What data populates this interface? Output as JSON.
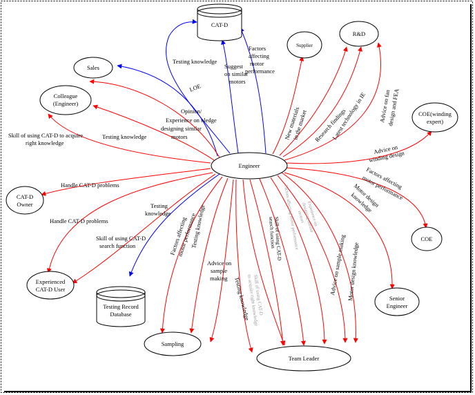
{
  "colors": {
    "red_edge": "#ff0000",
    "blue_edge": "#0000ff",
    "node_stroke": "#000000",
    "faint_label": "#9a9a9a"
  },
  "nodes": {
    "cat_d": "CAT-D",
    "sales": "Sales",
    "colleague_line1": "Colleague",
    "colleague_line2": "(Engineer)",
    "supplier": "Supplier",
    "rd": "R&D",
    "coe_winding_line1": "COE(winding",
    "coe_winding_line2": "expert)",
    "engineer": "Engineer",
    "cat_d_owner_line1": "CAT-D",
    "cat_d_owner_line2": "Owner",
    "coe": "COE",
    "experienced_user_line1": "Experienced",
    "experienced_user_line2": "CAT-D User",
    "testing_record_line1": "Testing Record",
    "testing_record_line2": "Database",
    "senior_engineer_line1": "Senior",
    "senior_engineer_line2": "Engineer",
    "sampling": "Sampling",
    "team_leader": "Team Leader"
  },
  "edge_labels": {
    "testing_knowledge_top": "Testing knowledge",
    "suggest_line1": "Suggest",
    "suggest_line2": "on similar",
    "suggest_line3": "motors",
    "factors_top_line1": "Factors",
    "factors_top_line2": "affecting",
    "factors_top_line3": "motor",
    "factors_top_line4": "performance",
    "loe": "LOE",
    "opinion_line1": "Opinion/",
    "opinion_line2": "Experience on  nledge",
    "opinion_line3": "designing similar",
    "opinion_line4": "motors",
    "skill_acquire_line1": "Skill of using CAT-D to acquire",
    "skill_acquire_line2": "right knowledge",
    "testing_knowledge_colleague": "Testing  knowledge",
    "new_materials_line1": "New materials",
    "new_materials_line2": "in the market",
    "research_findings": "Research findings",
    "latest_technology": "Latest technology in IE",
    "advice_fea_line1": "Advice on fan",
    "advice_fea_line2": "design and FEA",
    "advice_winding_line1": "Advice on",
    "advice_winding_line2": "winding design",
    "factors_coe_line1": "Factors affecting",
    "factors_coe_line2": "motor performance",
    "motor_design_line1": "Motor design",
    "motor_design_line2": "knowledge",
    "handle_cat_d_owner": "Handle CAT-D problems",
    "handle_cat_d_user": "Handle CAT-D problems",
    "skill_search_line1": "Skill of using CAT-D",
    "skill_search_line2": "search function",
    "testing_knowledge_db_line1": "Testing",
    "testing_knowledge_db_line2": "knowledge",
    "factors_sampling_line1": "Factors affecting",
    "factors_sampling_line2": "motor performance",
    "testing_knowledge_sampling": "Testing knowledge",
    "advice_sample_line1": "Advice on",
    "advice_sample_line2": "sample",
    "advice_sample_line3": "making",
    "testing_knowledge_tl": "Testing knowledge",
    "faint_skill_line1": "Skill of using CAT-D",
    "faint_skill_line2": "to acquire right knowledge",
    "skill_search_tl_line1": "Skill of using CAT-D",
    "skill_search_tl_line2": "search function",
    "faint_factors": "Factors affecting motor performance",
    "faint_experience_line1": "Experience on",
    "faint_experience_line2": "designing similar",
    "faint_experience_line3": "motors",
    "advice_sample_tl": "Advice on sample making",
    "motor_design_tl": "Motor design knowledge"
  }
}
